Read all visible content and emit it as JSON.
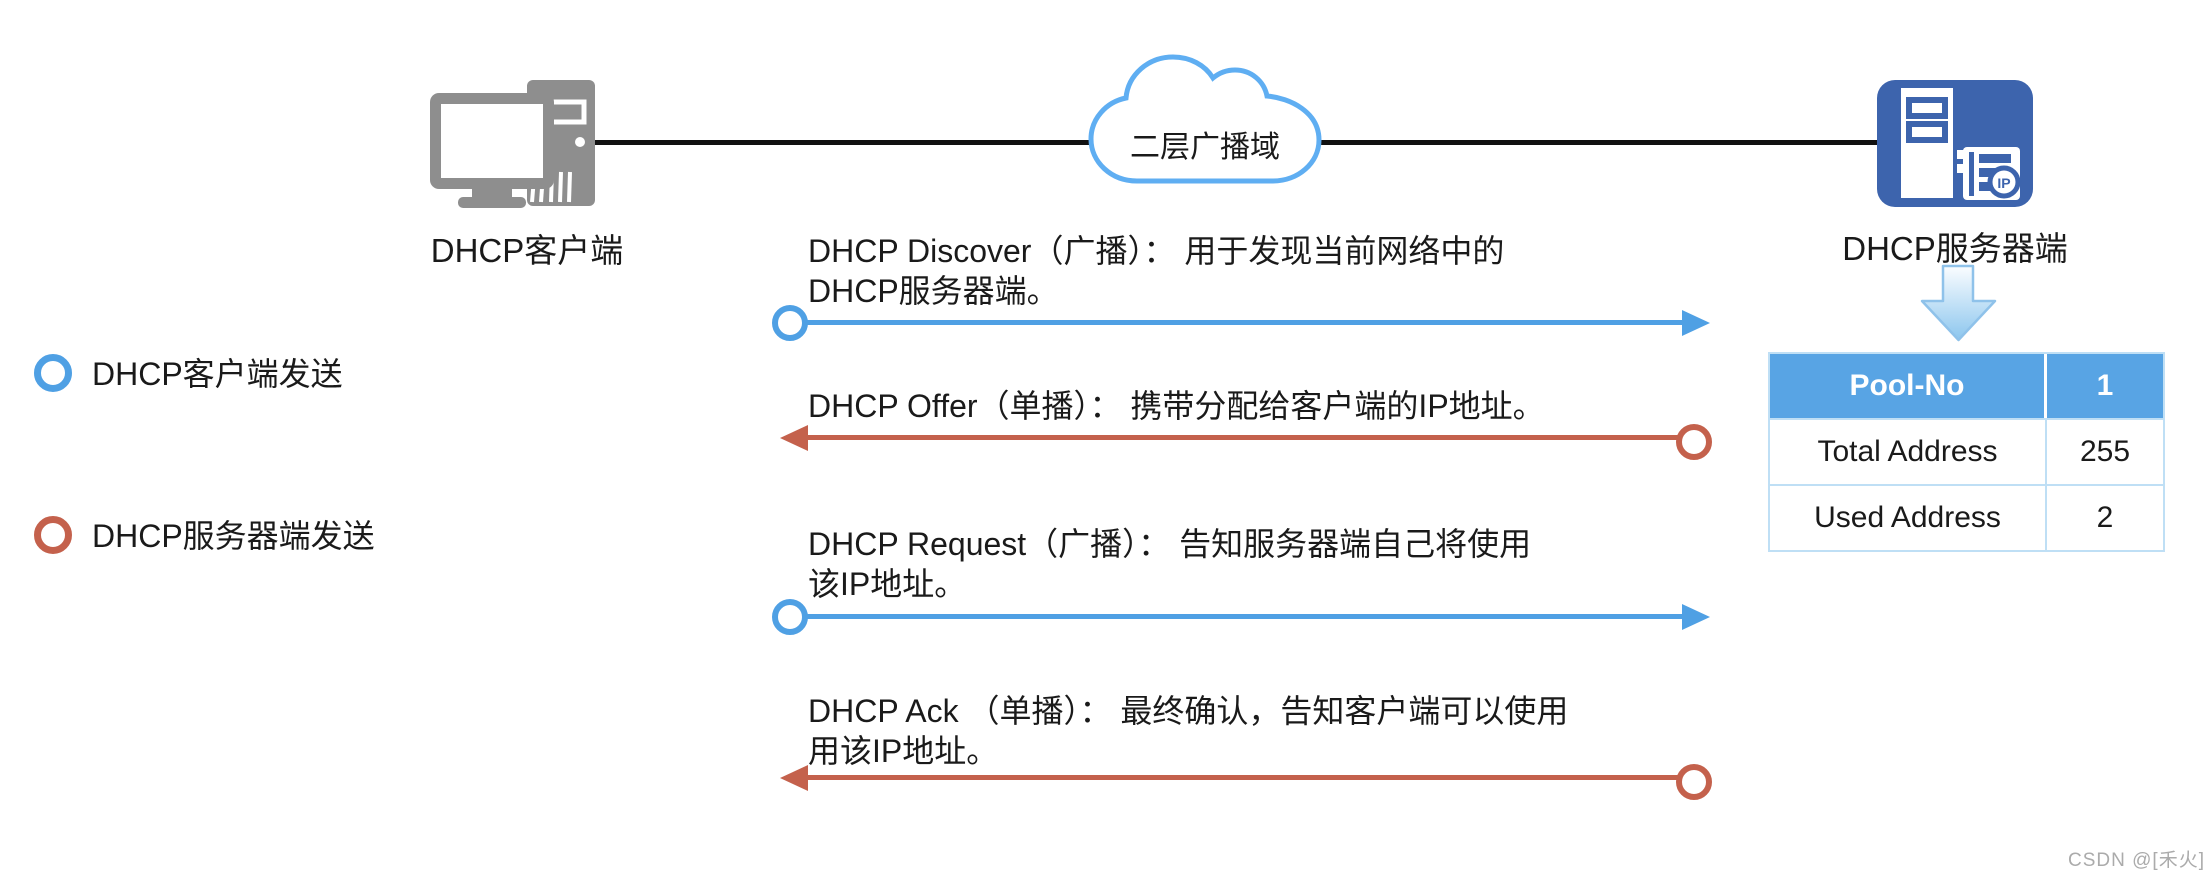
{
  "diagram_title": "DHCP message exchange",
  "nodes": {
    "client": {
      "label": "DHCP客户端"
    },
    "cloud": {
      "label": "二层广播域"
    },
    "server": {
      "label": "DHCP服务器端",
      "icon_ip_label": "IP"
    }
  },
  "legend": [
    {
      "marker_color": "#4FA0E4",
      "label": "DHCP客户端发送"
    },
    {
      "marker_color": "#C4614C",
      "label": "DHCP服务器端发送"
    }
  ],
  "messages": [
    {
      "name": "discover",
      "sender": "client",
      "direction": "right",
      "color": "#4FA0E4",
      "line1": "DHCP Discover（广播）： 用于发现当前网络中的",
      "line2": "DHCP服务器端。"
    },
    {
      "name": "offer",
      "sender": "server",
      "direction": "left",
      "color": "#C4614C",
      "line1": "DHCP Offer（单播）： 携带分配给客户端的IP地址。",
      "line2": ""
    },
    {
      "name": "request",
      "sender": "client",
      "direction": "right",
      "color": "#4FA0E4",
      "line1": "DHCP Request（广播）： 告知服务器端自己将使用",
      "line2": "该IP地址。"
    },
    {
      "name": "ack",
      "sender": "server",
      "direction": "left",
      "color": "#C4614C",
      "line1": "DHCP Ack （单播）： 最终确认，告知客户端可以使用",
      "line2": "用该IP地址。"
    }
  ],
  "pool_table": {
    "header": [
      "Pool-No",
      "1"
    ],
    "rows": [
      [
        "Total Address",
        "255"
      ],
      [
        "Used Address",
        "2"
      ]
    ]
  },
  "colors": {
    "client_arrow": "#4FA0E4",
    "server_arrow": "#C4614C",
    "table_header": "#58A4E4",
    "table_border": "#BFDFF5",
    "server_icon": "#3D64AD",
    "cloud_stroke": "#5FAEF2",
    "client_icon": "#8E8E8E"
  },
  "watermark": "CSDN @[禾火]"
}
